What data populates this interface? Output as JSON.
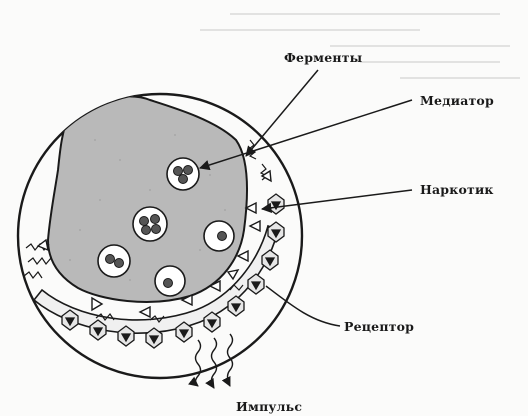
{
  "labels": {
    "enzymes": "Ферменты",
    "mediator": "Медиатор",
    "drug": "Наркотик",
    "receptor": "Рецептор",
    "impulse": "Импульс"
  },
  "colors": {
    "ink": "#1a1a1a",
    "terminal_fill": "#b9b9b9",
    "background": "#fbfbfa",
    "bleed_text": "#d9d9d9"
  }
}
